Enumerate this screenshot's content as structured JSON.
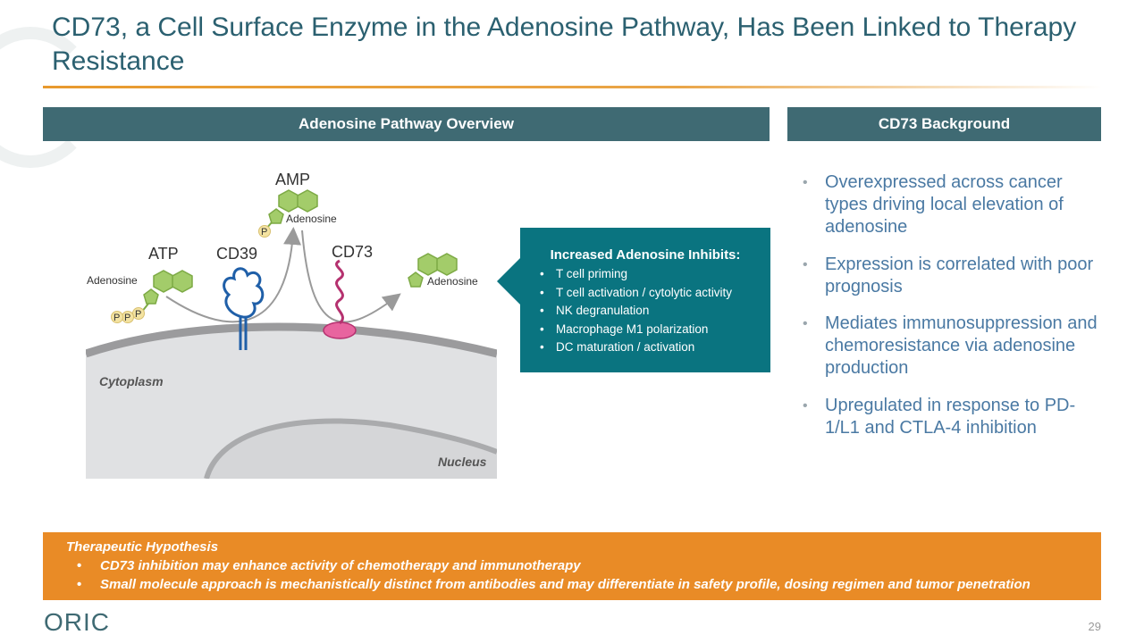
{
  "title": "CD73, a Cell Surface Enzyme in the Adenosine Pathway, Has Been Linked to Therapy Resistance",
  "headers": {
    "left": "Adenosine Pathway Overview",
    "right": "CD73 Background"
  },
  "diagram": {
    "amp_label": "AMP",
    "atp_label": "ATP",
    "cd39_label": "CD39",
    "cd73_label": "CD73",
    "adenosine_amp": "Adenosine",
    "adenosine_atp": "Adenosine",
    "adenosine_out": "Adenosine",
    "phosphate": "P",
    "cytoplasm": "Cytoplasm",
    "nucleus": "Nucleus"
  },
  "callout": {
    "title": "Increased Adenosine Inhibits:",
    "items": [
      "T cell priming",
      "T cell activation / cytolytic activity",
      "NK degranulation",
      "Macrophage M1 polarization",
      "DC maturation / activation"
    ]
  },
  "background_points": [
    "Overexpressed across cancer types driving local elevation of adenosine",
    "Expression is correlated with poor prognosis",
    "Mediates immunosuppression and chemoresistance via adenosine production",
    "Upregulated in response to PD-1/L1 and CTLA-4 inhibition"
  ],
  "hypothesis": {
    "title": "Therapeutic Hypothesis",
    "items": [
      "CD73 inhibition may enhance activity of chemotherapy and immunotherapy",
      "Small molecule approach is mechanistically distinct from antibodies and may differentiate in safety profile, dosing regimen and tumor penetration"
    ]
  },
  "logo_text": "ORIC",
  "page_number": "29",
  "colors": {
    "title": "#2b6070",
    "header_bg": "#3f6a73",
    "callout_bg": "#0a7480",
    "accent_orange": "#e98b26",
    "bullet_text": "#4a79a3",
    "cd39_blue": "#1f5fa8",
    "cd73_magenta": "#b5316f",
    "molecule_green": "#a3cc6a"
  }
}
